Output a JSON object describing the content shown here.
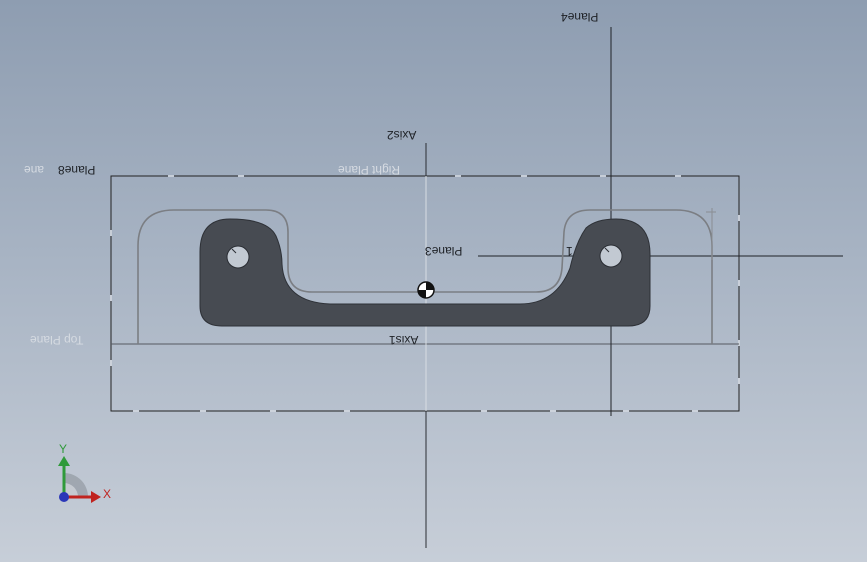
{
  "labels": {
    "plane4": "Plane4",
    "axis2": "Axis2",
    "plane8": "Plane8",
    "plane8_ghost": "ane",
    "right_plane": "Right Plane",
    "plane3": "Plane3",
    "axis1": "Axis1",
    "top_plane": "Top Plane",
    "sketch_dim": "1"
  },
  "triad": {
    "x_label": "X",
    "y_label": "Y"
  },
  "colors": {
    "background_top": "#8e9db1",
    "background_bottom": "#c7ced8",
    "part_fill": "#474b52",
    "part_edge": "#2e3137",
    "sketch_line": "#7b7e83",
    "plane_border": "#222222",
    "axis_x": "#c0231f",
    "axis_y": "#2f9a3a",
    "axis_z": "#2a36b8"
  },
  "icons": [
    "origin-icon",
    "coordinate-triad-icon"
  ]
}
